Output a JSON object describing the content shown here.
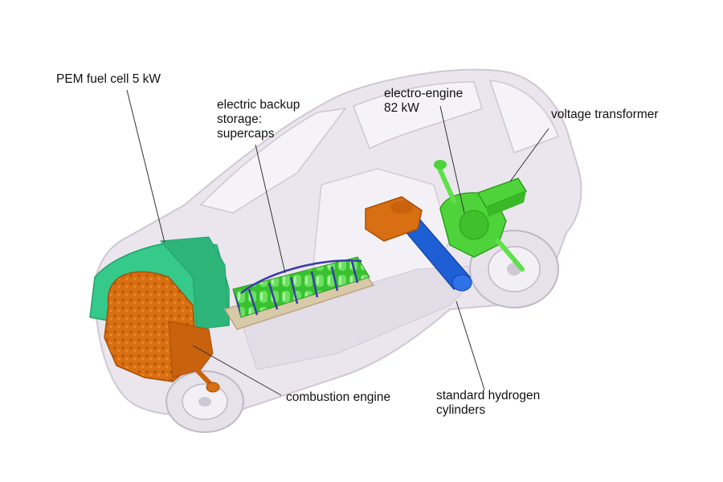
{
  "labels": {
    "pem_fuel_cell": "PEM fuel cell 5 kW",
    "supercaps": "electric backup\nstorage:\nsupercaps",
    "electro_engine": "electro-engine\n82 kW",
    "voltage_transformer": "voltage transformer",
    "combustion_engine": "combustion engine",
    "hydrogen_cylinders": "standard hydrogen\ncylinders"
  },
  "colors": {
    "car_body": "#ebe6ee",
    "car_outline": "#cfc8d4",
    "fuel_cell": "#35c98a",
    "combustion_engine": "#d86f12",
    "supercaps": "#39c230",
    "supercap_straps": "#3a3aa8",
    "tray": "#d8c9a8",
    "electro_engine": "#4fd33a",
    "hydrogen_cylinders": "#1f5fd6",
    "leader_line": "#333333"
  },
  "icons": [
    "car-outline",
    "wheel"
  ]
}
